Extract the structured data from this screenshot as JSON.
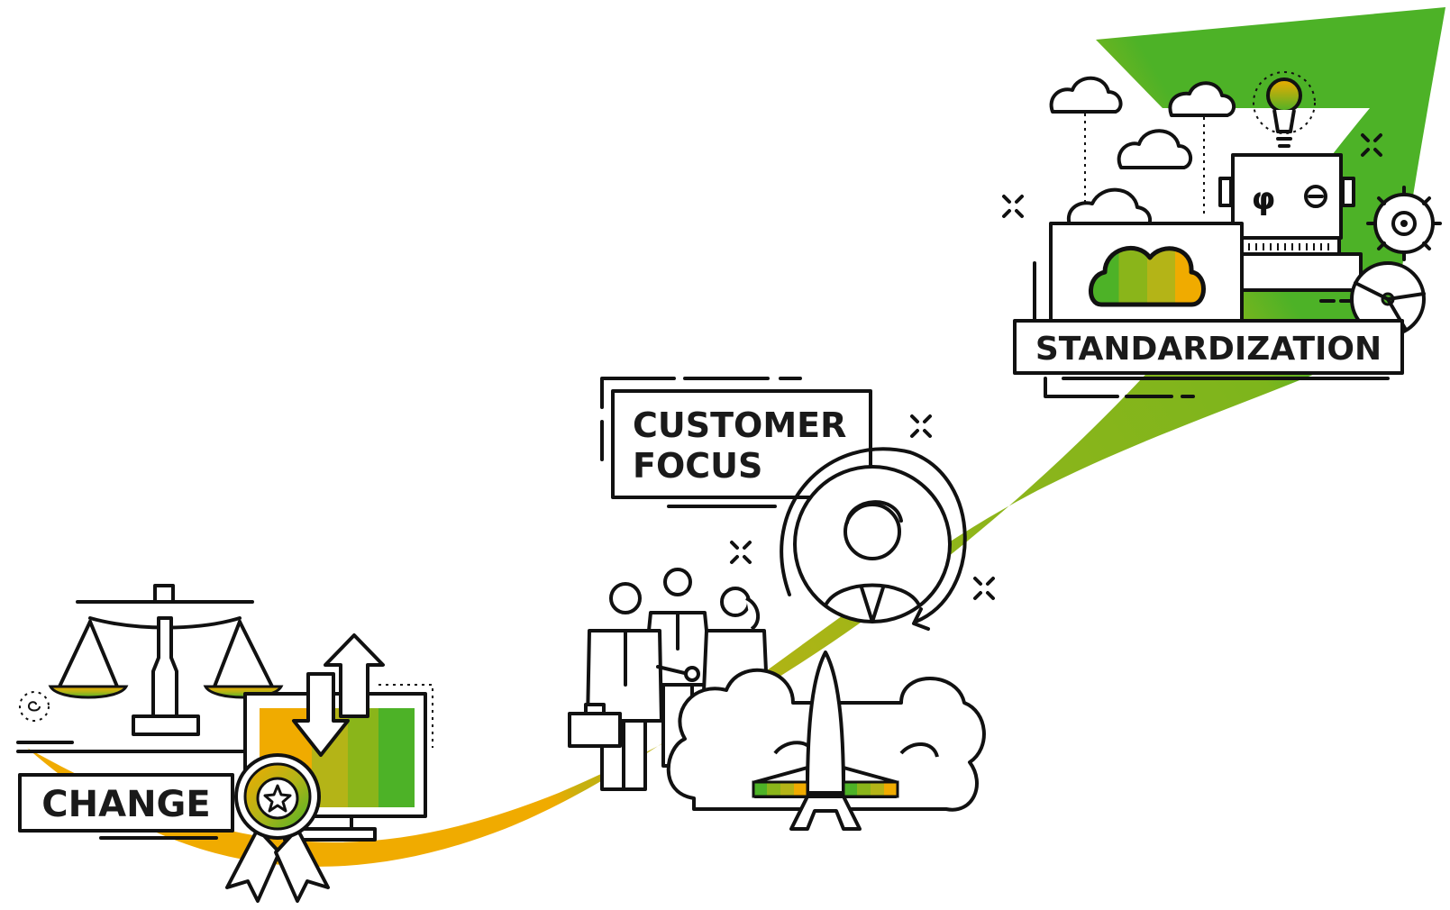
{
  "stages": [
    {
      "id": "change",
      "label": "CHANGE"
    },
    {
      "id": "customer-focus",
      "label_lines": [
        "CUSTOMER",
        "FOCUS"
      ]
    },
    {
      "id": "standardization",
      "label": "STANDARDIZATION"
    }
  ],
  "colors": {
    "orange": "#F0AB00",
    "olive": "#B4B417",
    "lime": "#8AB51A",
    "green": "#4DB227",
    "line": "#111111"
  },
  "icons": [
    "balance-scale-icon",
    "monitor-icon",
    "arrow-up-icon",
    "arrow-down-icon",
    "award-ribbon-icon",
    "star-icon",
    "business-people-icon",
    "briefcase-icon",
    "customer-avatar-icon",
    "rotation-arrow-icon",
    "rocket-icon",
    "launch-smoke-icon",
    "cloud-icon",
    "cloud-computing-icon",
    "lightbulb-icon",
    "robot-icon",
    "gear-icon",
    "sparkle-icon"
  ]
}
